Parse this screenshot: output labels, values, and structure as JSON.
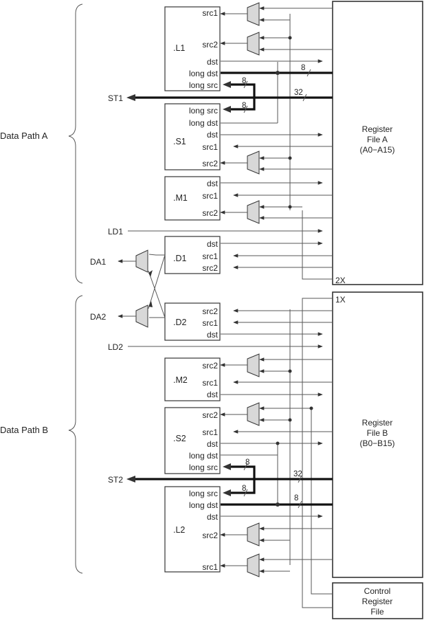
{
  "datapaths": {
    "a": "Data Path A",
    "b": "Data Path B"
  },
  "units": {
    "l1": ".L1",
    "s1": ".S1",
    "m1": ".M1",
    "d1": ".D1",
    "d2": ".D2",
    "m2": ".M2",
    "s2": ".S2",
    "l2": ".L2"
  },
  "ports": {
    "src1": "src1",
    "src2": "src2",
    "dst": "dst",
    "long_dst": "long dst",
    "long_src": "long src"
  },
  "signals": {
    "st1": "ST1",
    "st2": "ST2",
    "ld1": "LD1",
    "ld2": "LD2",
    "da1": "DA1",
    "da2": "DA2"
  },
  "bus_widths": {
    "w8": "8",
    "w32": "32"
  },
  "crosspaths": {
    "x2": "2X",
    "x1": "1X"
  },
  "register_file_a": {
    "line1": "Register",
    "line2": "File A",
    "line3": "(A0−A15)"
  },
  "register_file_b": {
    "line1": "Register",
    "line2": "File B",
    "line3": "(B0−B15)"
  },
  "control_register_file": {
    "line1": "Control",
    "line2": "Register",
    "line3": "File"
  }
}
